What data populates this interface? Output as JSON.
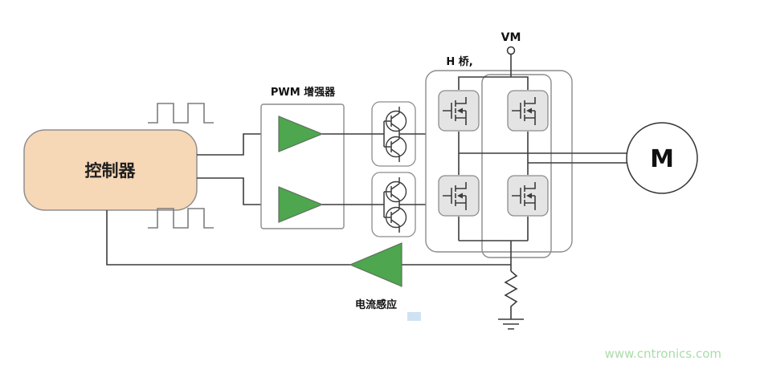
{
  "labels": {
    "controller": "控制器",
    "pwm_booster": "PWM 增强器",
    "h_bridge": "H 桥,",
    "vm": "VM",
    "motor": "M",
    "current_sense": "电流感应",
    "watermark": "www.cntronics.com"
  },
  "colors": {
    "controller_fill": "#f6d7b6",
    "controller_stroke": "#8f8f8f",
    "amp_green": "#4ea64e",
    "amp_stroke": "#5f6f5f",
    "box_stroke": "#8c8c8c",
    "mosfet_fill": "#e4e4e4",
    "wire": "#3c3c3c",
    "waveform": "#7d7d7d",
    "watermark_green": "#aadcaa",
    "artifact_blue": "#cfe2f3"
  }
}
